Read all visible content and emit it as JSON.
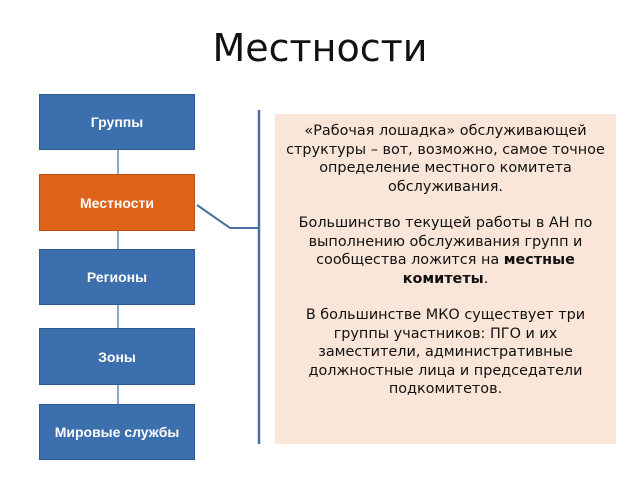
{
  "title": "Местности",
  "hierarchy": [
    {
      "label": "Группы",
      "active": false
    },
    {
      "label": "Местности",
      "active": true
    },
    {
      "label": "Регионы",
      "active": false
    },
    {
      "label": "Зоны",
      "active": false
    },
    {
      "label": "Мировые службы",
      "active": false
    }
  ],
  "description": {
    "p1": "«Рабочая лошадка» обслуживающей структуры – вот, возможно, самое точное определение местного комитета обслуживания.",
    "p2_before": "Большинство текущей работы в АН по выполнению обслуживания групп и сообщества ложится на ",
    "p2_bold": "местные комитеты",
    "p2_after": ".",
    "p3": "В большинстве МКО существует три группы участников: ПГО и их заместители, административные должностные лица и  председатели подкомитетов."
  },
  "colors": {
    "box_blue": "#3c6fae",
    "box_orange": "#e0631a",
    "connector": "#8ea7c9",
    "bracket": "#4a6fa0",
    "textbox_bg": "#f9e6d8"
  }
}
